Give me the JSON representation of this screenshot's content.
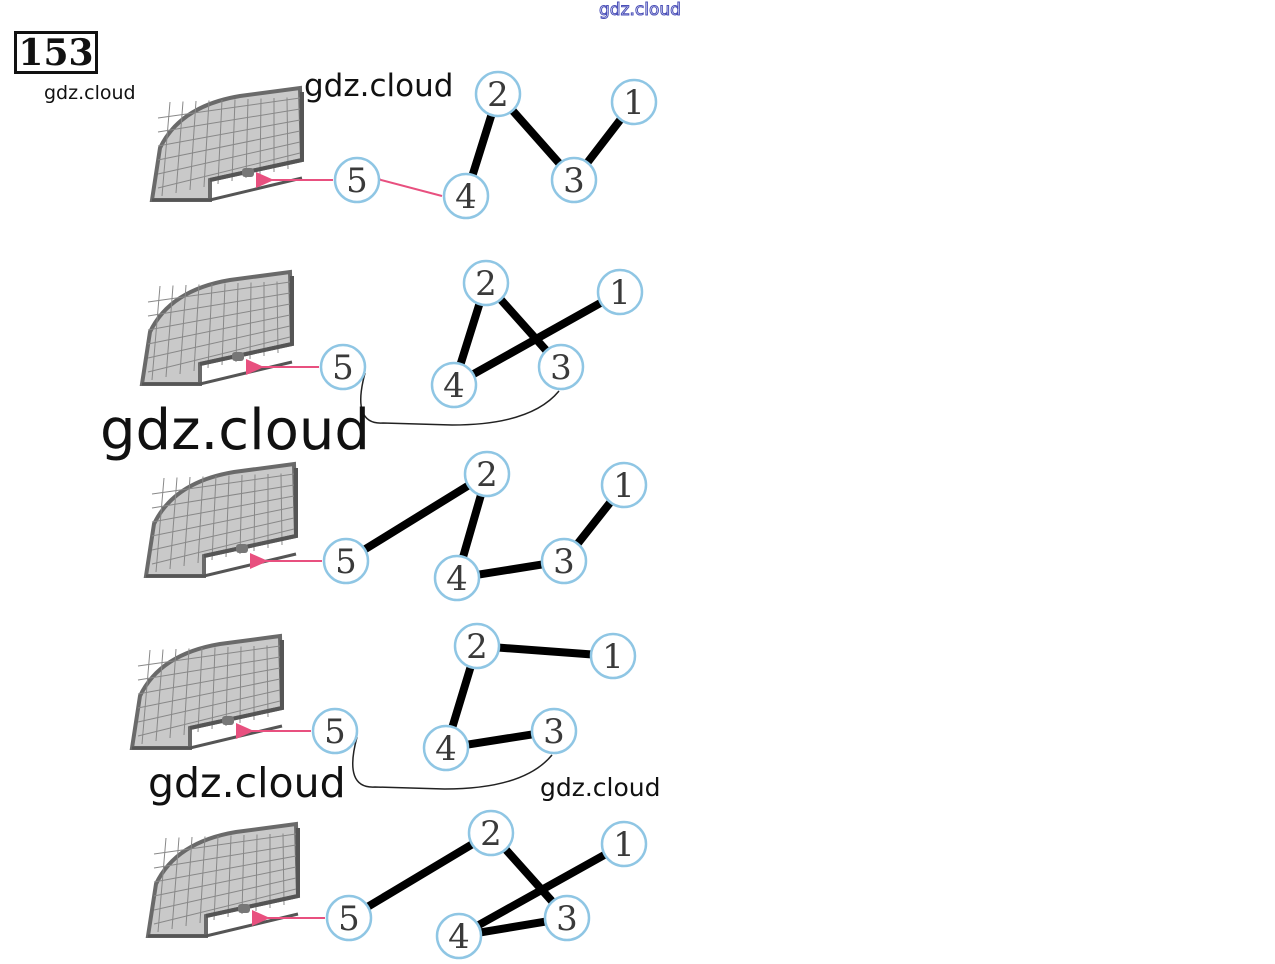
{
  "task_number": "153",
  "watermarks": {
    "top": "gdz.cloud",
    "small_left": "gdz.cloud",
    "mid_first": "gdz.cloud",
    "big_middle": "gdz.cloud",
    "mid_fourth": "gdz.cloud",
    "small_fourth": "gdz.cloud"
  },
  "colors": {
    "arrow": "#e8507f",
    "circle_stroke": "#8fc6e4",
    "drawn_line": "#000000",
    "goal_frame": "#6a6a6a"
  },
  "panels": [
    {
      "nodes": [
        {
          "label": "1"
        },
        {
          "label": "2"
        },
        {
          "label": "3"
        },
        {
          "label": "4"
        },
        {
          "label": "5"
        }
      ],
      "drawn_lines": [
        [
          "2",
          "4"
        ],
        [
          "2",
          "3"
        ],
        [
          "3",
          "1"
        ]
      ],
      "arrows": [
        [
          "4",
          "5"
        ],
        [
          "5",
          "goal"
        ]
      ]
    },
    {
      "nodes": [
        {
          "label": "1"
        },
        {
          "label": "2"
        },
        {
          "label": "3"
        },
        {
          "label": "4"
        },
        {
          "label": "5"
        }
      ],
      "drawn_lines": [
        [
          "2",
          "4"
        ],
        [
          "1",
          "4"
        ],
        [
          "2",
          "3"
        ]
      ],
      "curve": [
        "3",
        "5"
      ],
      "arrows": [
        [
          "5",
          "goal"
        ]
      ]
    },
    {
      "nodes": [
        {
          "label": "1"
        },
        {
          "label": "2"
        },
        {
          "label": "3"
        },
        {
          "label": "4"
        },
        {
          "label": "5"
        }
      ],
      "drawn_lines": [
        [
          "2",
          "5"
        ],
        [
          "2",
          "4"
        ],
        [
          "4",
          "3"
        ],
        [
          "3",
          "1"
        ]
      ],
      "arrows": [
        [
          "5",
          "goal"
        ]
      ]
    },
    {
      "nodes": [
        {
          "label": "1"
        },
        {
          "label": "2"
        },
        {
          "label": "3"
        },
        {
          "label": "4"
        },
        {
          "label": "5"
        }
      ],
      "drawn_lines": [
        [
          "2",
          "1"
        ],
        [
          "2",
          "4"
        ],
        [
          "4",
          "3"
        ]
      ],
      "curve": [
        "3",
        "5"
      ],
      "arrows": [
        [
          "5",
          "goal"
        ]
      ]
    },
    {
      "nodes": [
        {
          "label": "1"
        },
        {
          "label": "2"
        },
        {
          "label": "3"
        },
        {
          "label": "4"
        },
        {
          "label": "5"
        }
      ],
      "drawn_lines": [
        [
          "5",
          "2"
        ],
        [
          "2",
          "3"
        ],
        [
          "1",
          "4"
        ],
        [
          "4",
          "3"
        ]
      ],
      "arrows": [
        [
          "5",
          "goal"
        ]
      ]
    }
  ]
}
